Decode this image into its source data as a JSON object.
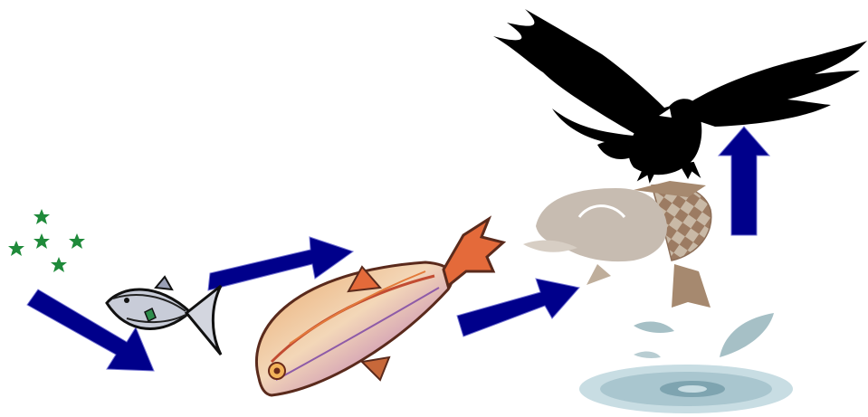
{
  "diagram": {
    "stages": [
      {
        "id": "plankton",
        "icon": "plankton-icon"
      },
      {
        "id": "small-fish",
        "icon": "small-fish-icon"
      },
      {
        "id": "large-fish",
        "icon": "red-fish-icon"
      },
      {
        "id": "jumping-fish",
        "icon": "jumping-fish-icon"
      },
      {
        "id": "eagle",
        "icon": "eagle-icon"
      }
    ],
    "arrow_color": "#00008b",
    "plankton_color": "#1f8a3a",
    "eagle_color": "#000000",
    "water_color": "#b9d4dc"
  }
}
